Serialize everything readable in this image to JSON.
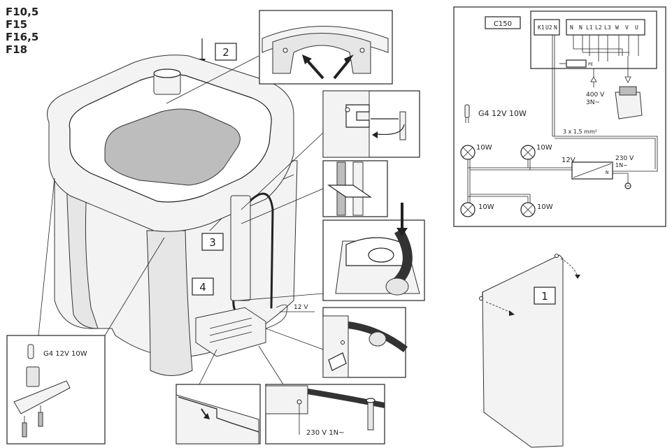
{
  "models": [
    "F10,5",
    "F15",
    "F16,5",
    "F18"
  ],
  "steps": {
    "s1": "1",
    "s2": "2",
    "s3": "3",
    "s4": "4"
  },
  "labels": {
    "lamp_left": "G4 12V 10W",
    "lamp_schematic": "G4 12V 10W",
    "low_voltage": "12 V",
    "mains_detail": "230 V 1N~"
  },
  "schematic": {
    "controller": "C150",
    "terminals_left": [
      "K1",
      "U2",
      "N"
    ],
    "terminals_right": [
      "N",
      "N",
      "L1",
      "L2",
      "L3",
      "W",
      "V",
      "U"
    ],
    "pe": "PE",
    "supply": [
      "400 V",
      "3N~"
    ],
    "cable": "3 x 1,5 mm²",
    "lamps": [
      "10W",
      "10W",
      "10W",
      "10W"
    ],
    "transformer_out": "12V",
    "transformer_in": [
      "230 V",
      "1N~"
    ],
    "transformer_mark": "N"
  }
}
